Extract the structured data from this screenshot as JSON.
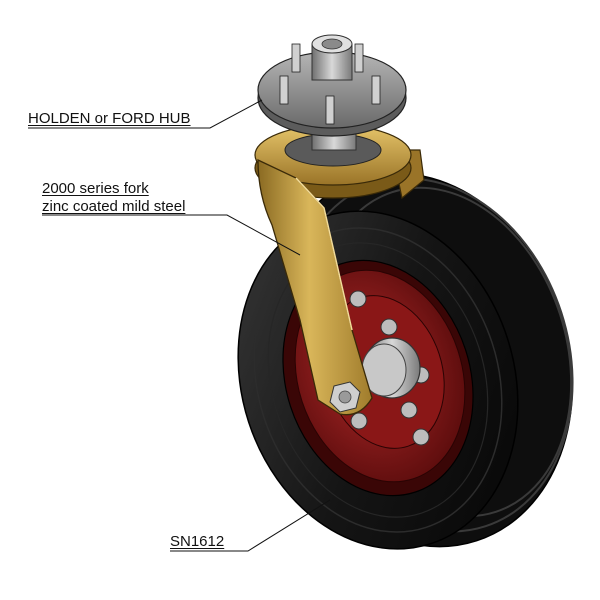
{
  "labels": {
    "hub": "HOLDEN or FORD HUB",
    "fork_line1": "2000 series fork",
    "fork_line2": "zinc coated mild steel",
    "wheel": "SN1612"
  },
  "colors": {
    "fork": "#c9a34a",
    "tyre": "#1c1c1c",
    "rim": "#8e1a1a",
    "hub": "#9a9a9a",
    "leader": "#111111"
  }
}
